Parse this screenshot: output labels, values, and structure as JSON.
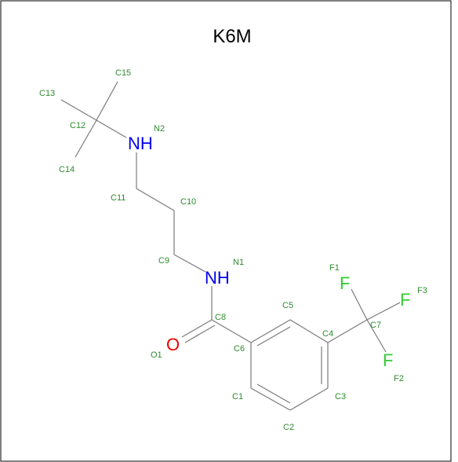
{
  "title": "K6M",
  "colors": {
    "atom_label": "#2e8b2e",
    "nitrogen": "#0000ee",
    "oxygen": "#ee0000",
    "fluorine": "#33cc33",
    "bond": "#7a7a7a",
    "frame": "#000000"
  },
  "atoms": {
    "N1": {
      "name": "N1",
      "symbol": "NH"
    },
    "N2": {
      "name": "N2",
      "symbol": "NH"
    },
    "O1": {
      "name": "O1",
      "symbol": "O"
    },
    "F1": {
      "name": "F1",
      "symbol": "F"
    },
    "F2": {
      "name": "F2",
      "symbol": "F"
    },
    "F3": {
      "name": "F3",
      "symbol": "F"
    },
    "C1": {
      "name": "C1"
    },
    "C2": {
      "name": "C2"
    },
    "C3": {
      "name": "C3"
    },
    "C4": {
      "name": "C4"
    },
    "C5": {
      "name": "C5"
    },
    "C6": {
      "name": "C6"
    },
    "C7": {
      "name": "C7"
    },
    "C8": {
      "name": "C8"
    },
    "C9": {
      "name": "C9"
    },
    "C10": {
      "name": "C10"
    },
    "C11": {
      "name": "C11"
    },
    "C12": {
      "name": "C12"
    },
    "C13": {
      "name": "C13"
    },
    "C14": {
      "name": "C14"
    },
    "C15": {
      "name": "C15"
    }
  }
}
